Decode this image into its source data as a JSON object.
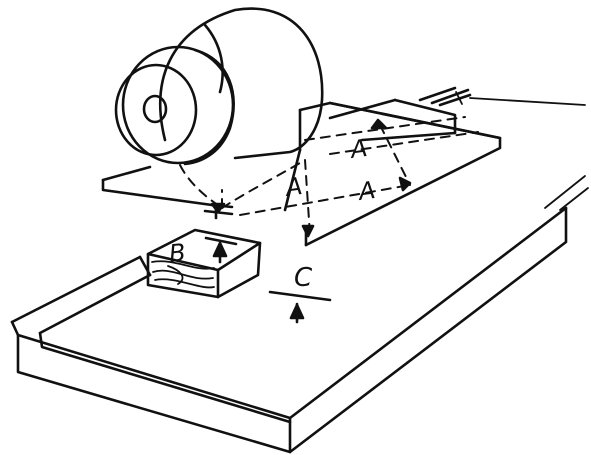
{
  "labels": {
    "a_top": "A",
    "a_middle": "A",
    "a_right": "A",
    "b": "B",
    "c": "C"
  }
}
